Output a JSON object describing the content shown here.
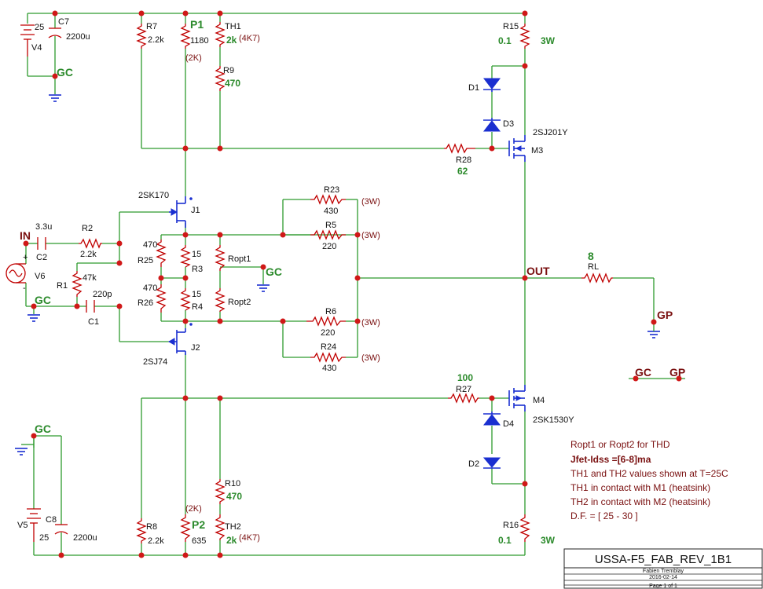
{
  "labels": {
    "v4": "V4",
    "v4_val": "25",
    "c7": "C7",
    "c7_val": "2200u",
    "gc_top": "GC",
    "r7": "R7",
    "r7_val": "2.2k",
    "p1": "P1",
    "p1_val": "1180",
    "p1_alt": "(2K)",
    "th1": "TH1",
    "th1_val": "2k",
    "th1_alt": "(4K7)",
    "r9": "R9",
    "r9_val": "470",
    "r15": "R15",
    "r15_val": "0.1",
    "r15_w": "3W",
    "d1": "D1",
    "d3": "D3",
    "m3": "M3",
    "m3_part": "2SJ201Y",
    "r28": "R28",
    "r28_val": "62",
    "j1": "J1",
    "j1_part": "2SK170",
    "r23": "R23",
    "r23_val": "430",
    "r23_w": "(3W)",
    "r5": "R5",
    "r5_val": "220",
    "r5_w": "(3W)",
    "in": "IN",
    "c2_val": "3.3u",
    "c2": "C2",
    "r2": "R2",
    "r2_val": "2.2k",
    "r25_val": "470",
    "r25": "R25",
    "r3_val": "15",
    "r3": "R3",
    "ropt1": "Ropt1",
    "gc_mid": "GC",
    "v6": "V6",
    "r1": "R1",
    "r1_val": "47k",
    "c1_val": "220p",
    "c1": "C1",
    "gc_in": "GC",
    "r26_val": "470",
    "r26": "R26",
    "r4_val": "15",
    "r4": "R4",
    "ropt2": "Ropt2",
    "out": "OUT",
    "rl_val": "8",
    "rl": "RL",
    "gp_out": "GP",
    "r6": "R6",
    "r6_val": "220",
    "r6_w": "(3W)",
    "r24": "R24",
    "r24_val": "430",
    "r24_w": "(3W)",
    "j2": "J2",
    "j2_part": "2SJ74",
    "gc_legend": "GC",
    "gp_legend": "GP",
    "r27_val": "100",
    "r27": "R27",
    "m4": "M4",
    "m4_part": "2SK1530Y",
    "d4": "D4",
    "d2": "D2",
    "gc_bot": "GC",
    "v5": "V5",
    "v5_val": "25",
    "c8": "C8",
    "c8_val": "2200u",
    "r8": "R8",
    "r8_val": "2.2k",
    "p2": "P2",
    "p2_val": "635",
    "p2_alt": "(2K)",
    "r10": "R10",
    "r10_val": "470",
    "th2": "TH2",
    "th2_val": "2k",
    "th2_alt": "(4K7)",
    "r16": "R16",
    "r16_val": "0.1",
    "r16_w": "3W"
  },
  "notes": [
    "Ropt1 or Ropt2 for THD",
    "Jfet-Idss =[6-8]ma",
    "TH1 and TH2 values shown at T=25C",
    "TH1 in contact with M1 (heatsink)",
    "TH2 in contact with M2 (heatsink)",
    "D.F. = [ 25 - 30 ]"
  ],
  "title_block": {
    "title": "USSA-F5_FAB_REV_1B1",
    "author": "Fabien Tremblay",
    "date": "2016-02-14",
    "page": "Page 1 of 1"
  },
  "colors": {
    "wire": "#2e9a2e",
    "component": "#c00000",
    "semiconductor": "#1a2fd0",
    "label": "#7a1010"
  }
}
